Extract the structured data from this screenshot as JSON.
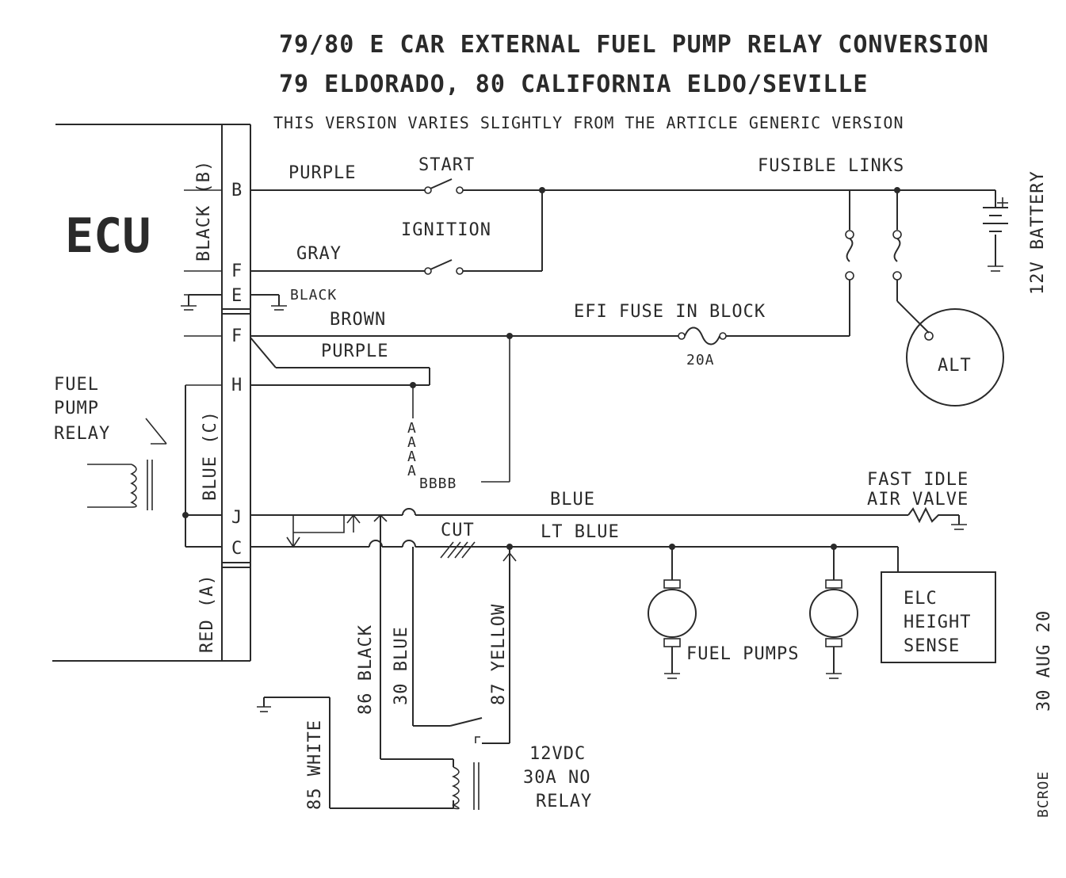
{
  "title": {
    "line1": "79/80 E CAR EXTERNAL FUEL PUMP RELAY CONVERSION",
    "line2": "79 ELDORADO, 80 CALIFORNIA ELDO/SEVILLE",
    "line3": "THIS VERSION VARIES SLIGHTLY FROM THE ARTICLE GENERIC VERSION"
  },
  "ecu": {
    "label": "ECU",
    "connectors": {
      "black": "BLACK (B)",
      "blue": "BLUE (C)",
      "red": "RED (A)"
    },
    "pins": {
      "b": "B",
      "f1": "F",
      "e": "E",
      "f2": "F",
      "h": "H",
      "j": "J",
      "c": "C"
    }
  },
  "wires": {
    "purple_top": "PURPLE",
    "gray": "GRAY",
    "black": "BLACK",
    "brown": "BROWN",
    "purple": "PURPLE",
    "blue": "BLUE",
    "lt_blue": "LT BLUE",
    "black86": "86 BLACK",
    "blue30": "30 BLUE",
    "yellow87": "87 YELLOW",
    "white85": "85 WHITE",
    "a_marks": [
      "A",
      "A",
      "A",
      "A"
    ],
    "b_marks": "BBBB"
  },
  "components": {
    "start": "START",
    "ignition": "IGNITION",
    "fusible_links": "FUSIBLE LINKS",
    "battery": "12V BATTERY",
    "alt": "ALT",
    "efi_fuse": "EFI FUSE IN BLOCK",
    "fuse_rating": "20A",
    "fuel_pump_relay": [
      "FUEL",
      "PUMP",
      "RELAY"
    ],
    "fast_idle": [
      "FAST IDLE",
      "AIR VALVE"
    ],
    "cut": "CUT",
    "fuel_pumps": "FUEL PUMPS",
    "elc": [
      "ELC",
      "HEIGHT",
      "SENSE"
    ],
    "relay": [
      "12VDC",
      "30A NO",
      "RELAY"
    ]
  },
  "footer": {
    "date": "30 AUG 20",
    "author": "BCROE"
  }
}
